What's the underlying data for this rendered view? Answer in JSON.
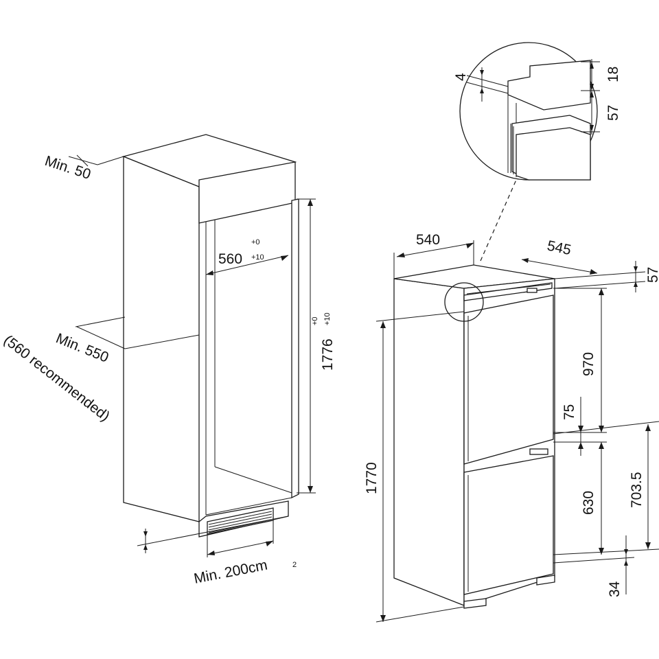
{
  "labels": {
    "min_50": "Min. 50",
    "min_550": "Min. 550",
    "recommended_560": "(560 recommended)",
    "min_200cm": "Min. 200cm",
    "min_200cm_sup": "2",
    "niche_width": "560",
    "niche_width_tol_top": "+0",
    "niche_width_tol_bottom": "+10",
    "niche_height": "1776",
    "niche_height_tol_top": "+0",
    "niche_height_tol_bottom": "+10",
    "appliance_width": "540",
    "appliance_depth": "545",
    "top_57": "57",
    "fridge_door": "970",
    "gap_75": "75",
    "freezer_door": "630",
    "lower_703": "703.5",
    "bottom_34": "34",
    "total_1770": "1770",
    "detail_4": "4",
    "detail_18": "18",
    "detail_57": "57"
  }
}
